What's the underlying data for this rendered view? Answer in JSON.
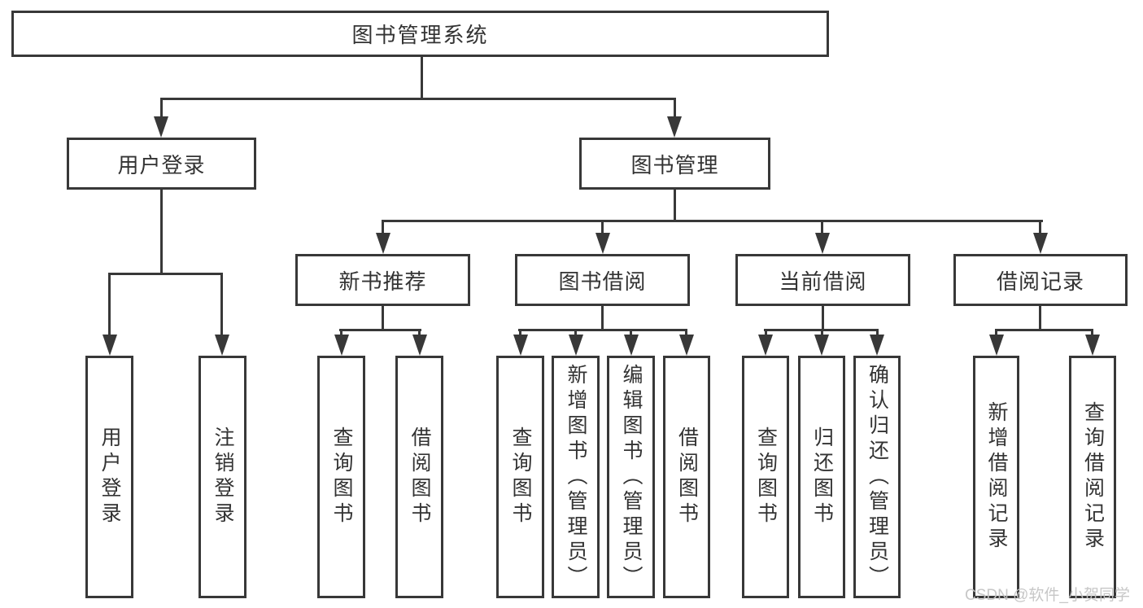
{
  "diagram": {
    "root": {
      "label": "图书管理系统"
    },
    "level2": [
      {
        "label": "用户登录",
        "children": [
          {
            "label": "用户登录"
          },
          {
            "label": "注销登录"
          }
        ]
      },
      {
        "label": "图书管理"
      }
    ],
    "level3": [
      {
        "label": "新书推荐",
        "children": [
          {
            "label": "查询图书"
          },
          {
            "label": "借阅图书"
          }
        ]
      },
      {
        "label": "图书借阅",
        "children": [
          {
            "label": "查询图书"
          },
          {
            "label": "新增图书（管理员）"
          },
          {
            "label": "编辑图书（管理员）"
          },
          {
            "label": "借阅图书"
          }
        ]
      },
      {
        "label": "当前借阅",
        "children": [
          {
            "label": "查询图书"
          },
          {
            "label": "归还图书"
          },
          {
            "label": "确认归还（管理员）"
          }
        ]
      },
      {
        "label": "借阅记录",
        "children": [
          {
            "label": "新增借阅记录"
          },
          {
            "label": "查询借阅记录"
          }
        ]
      }
    ]
  },
  "watermark": {
    "text": "CSDN @软件_小贺同学"
  },
  "colors": {
    "line": "#383838",
    "text": "#333333",
    "background": "#ffffff",
    "watermark": "#c4c4c4"
  }
}
